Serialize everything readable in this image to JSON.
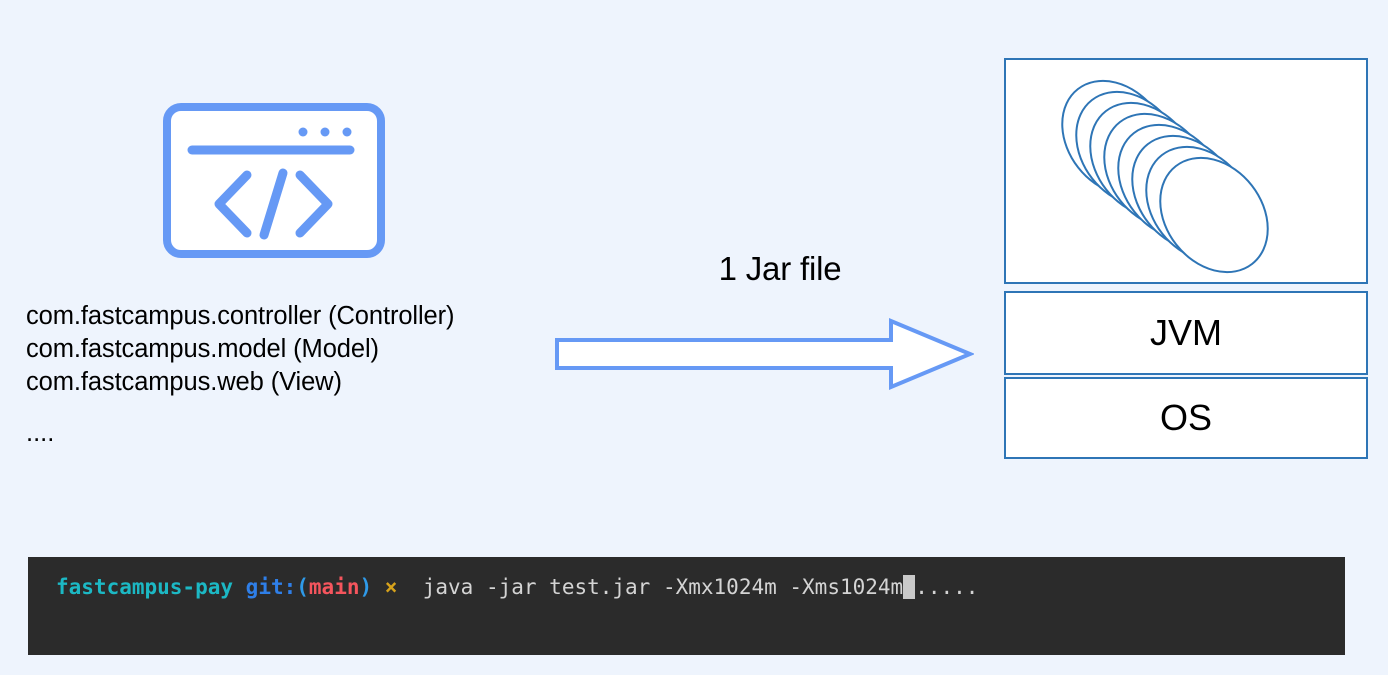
{
  "canvas": {
    "background_color": "#eef4fd",
    "accent_blue": "#6699f5",
    "box_blue": "#2e75b6"
  },
  "source": {
    "icon": "code-window-icon",
    "packages": [
      "com.fastcampus.controller (Controller)",
      "com.fastcampus.model (Model)",
      "com.fastcampus.web (View)"
    ],
    "ellipsis": "...."
  },
  "flow": {
    "label": "1 Jar file",
    "arrow": "right-arrow"
  },
  "runtime_stack": {
    "jar_box": {
      "icon": "jar-stack-icon",
      "label": ""
    },
    "layers": [
      {
        "label": "JVM"
      },
      {
        "label": "OS"
      }
    ]
  },
  "terminal": {
    "prompt": {
      "repo": "fastcampus-pay",
      "git": "git:",
      "paren_open": "(",
      "branch": "main",
      "paren_close": ")",
      "status_mark": "×"
    },
    "command": "java -jar test.jar -Xmx1024m -Xms1024m",
    "trailing": ".....",
    "colors": {
      "background": "#2b2b2b",
      "repo": "#1cb8c4",
      "git": "#2f7fe8",
      "branch": "#f5555d",
      "mark": "#d6a21b",
      "command": "#d4d4d4",
      "cursor": "#c9c9c9"
    }
  }
}
